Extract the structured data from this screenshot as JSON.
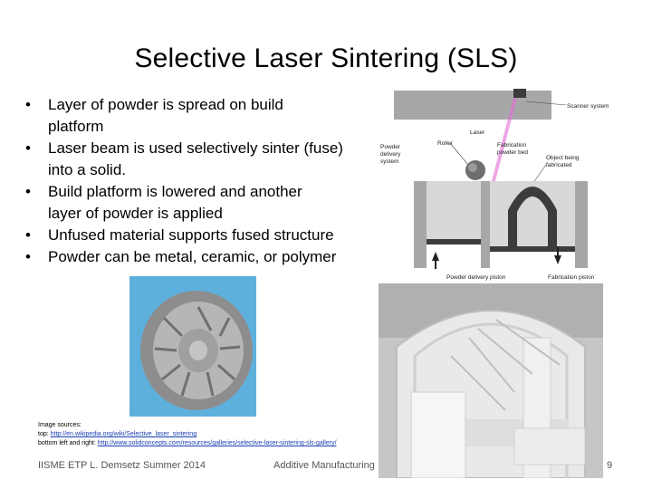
{
  "slide": {
    "title": "Selective Laser Sintering (SLS)",
    "bullets": [
      {
        "bullet": "•",
        "lines": [
          "Layer of powder is spread on build",
          "platform"
        ]
      },
      {
        "bullet": "•",
        "lines": [
          "Laser beam is used selectively sinter (fuse)",
          "into a solid."
        ]
      },
      {
        "bullet": "•",
        "lines": [
          "Build platform is lowered and another",
          "layer of powder is applied"
        ]
      },
      {
        "bullet": "•",
        "lines": [
          "Unfused material supports fused structure"
        ]
      },
      {
        "bullet": "•",
        "lines": [
          "Powder can be metal, ceramic, or polymer"
        ]
      }
    ]
  },
  "diagram": {
    "labels": {
      "scanner": "Scanner system",
      "laser": "Laser",
      "roller": "Roller",
      "powder_delivery_system": [
        "Powder",
        "delivery",
        "system"
      ],
      "fabrication_bed": [
        "Fabrication",
        "powder bed"
      ],
      "object": [
        "Object being",
        "fabricated"
      ],
      "powder_piston": "Powder delivery piston",
      "fabrication_piston": "Fabrication piston"
    },
    "colors": {
      "gray": "#a7a7a7",
      "dark": "#3c3c3c",
      "laser": "#e26ad6"
    }
  },
  "credits": {
    "heading": "Image sources:",
    "top_prefix": "top: ",
    "top_link": "http://en.wikipedia.org/wiki/Selective_laser_sintering",
    "bottom_prefix": "bottom left and right: ",
    "bottom_link": "http://www.solidconcepts.com/resources/galleries/selective-laser-sintering-sls-gallery/"
  },
  "footer": {
    "left": "IISME ETP L. Demsetz Summer 2014",
    "center": "Additive Manufacturing",
    "page": "9"
  }
}
